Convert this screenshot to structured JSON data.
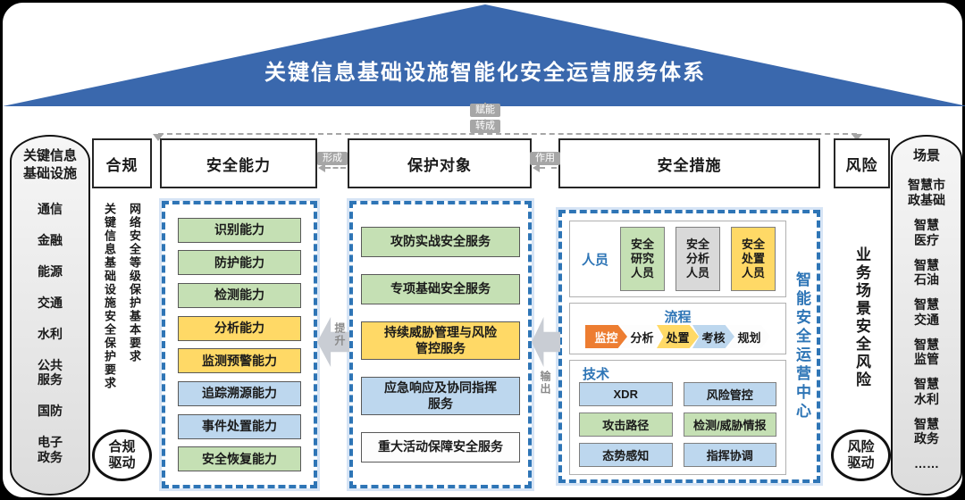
{
  "palette": {
    "green": "#c5e0b4",
    "yellow": "#ffd966",
    "blue": "#bdd7ee",
    "gray": "#d9d9d9",
    "orange": "#ed7d31",
    "roof_blue": "#3a68ad",
    "accent_blue": "#2e75b6"
  },
  "roof": {
    "title": "关键信息基础设施智能化安全运营服务体系"
  },
  "connectors": {
    "empower": "赋能",
    "convert": "转成",
    "form": "形成",
    "apply": "作用",
    "improve": "提升",
    "output": "输出"
  },
  "left_pillar": {
    "title": "关键信息\n基础设施",
    "items": [
      "通信",
      "金融",
      "能源",
      "交通",
      "水利",
      "公共\n服务",
      "国防",
      "电子\n政务"
    ]
  },
  "right_pillar": {
    "title": "场景",
    "items": [
      "智慧市\n政基础",
      "智慧\n医疗",
      "智慧\n石油",
      "智慧\n交通",
      "智慧\n监管",
      "智慧\n水利",
      "智慧\n政务",
      "……"
    ]
  },
  "compliance": {
    "header": "合规",
    "doc_left": "关键信息基础设施安全保护要求",
    "doc_right": "网络安全等级保护基本要求",
    "driver": "合规\n驱动"
  },
  "capability": {
    "header": "安全能力",
    "items": [
      {
        "label": "识别能力",
        "color": "green"
      },
      {
        "label": "防护能力",
        "color": "green"
      },
      {
        "label": "检测能力",
        "color": "green"
      },
      {
        "label": "分析能力",
        "color": "yellow"
      },
      {
        "label": "监测预警能力",
        "color": "yellow"
      },
      {
        "label": "追踪溯源能力",
        "color": "blue"
      },
      {
        "label": "事件处置能力",
        "color": "blue"
      },
      {
        "label": "安全恢复能力",
        "color": "green"
      }
    ]
  },
  "protection": {
    "header": "保护对象",
    "items": [
      {
        "label": "攻防实战安全服务",
        "color": "green"
      },
      {
        "label": "专项基础安全服务",
        "color": "green"
      },
      {
        "label": "持续威胁管理与风险\n管控服务",
        "color": "yellow"
      },
      {
        "label": "应急响应及协同指挥\n服务",
        "color": "blue"
      },
      {
        "label": "重大活动保障安全服务",
        "color": "white"
      }
    ]
  },
  "measures": {
    "header": "安全措施",
    "center_label": "智能安全运营中心",
    "personnel": {
      "label": "人员",
      "roles": [
        {
          "label": "安全\n研究\n人员",
          "color": "green"
        },
        {
          "label": "安全\n分析\n人员",
          "color": "gray"
        },
        {
          "label": "安全\n处置\n人员",
          "color": "yellow"
        }
      ]
    },
    "process": {
      "label": "流程",
      "steps": [
        {
          "label": "监控",
          "color": "orange"
        },
        {
          "label": "分析",
          "color": "white"
        },
        {
          "label": "处置",
          "color": "yellow"
        },
        {
          "label": "考核",
          "color": "blue"
        },
        {
          "label": "规划",
          "color": "white"
        }
      ]
    },
    "technology": {
      "label": "技术",
      "cells": [
        {
          "label": "XDR",
          "color": "blue"
        },
        {
          "label": "风险管控",
          "color": "blue"
        },
        {
          "label": "攻击路径",
          "color": "green"
        },
        {
          "label": "检测/威胁情报",
          "color": "green"
        },
        {
          "label": "态势感知",
          "color": "blue"
        },
        {
          "label": "指挥协调",
          "color": "blue"
        }
      ]
    }
  },
  "risk": {
    "header": "风险",
    "text": "业务场景安全风险",
    "driver": "风险\n驱动"
  }
}
